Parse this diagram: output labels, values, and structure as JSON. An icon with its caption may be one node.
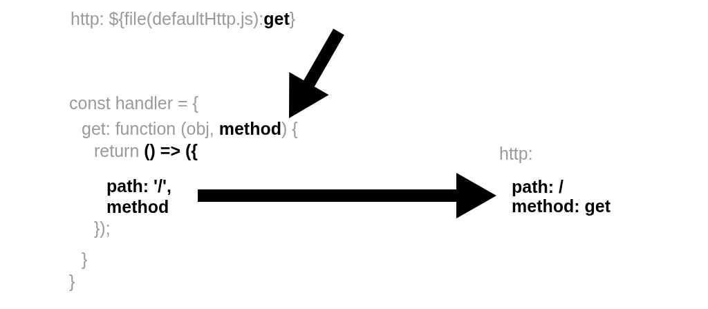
{
  "diagram": {
    "nodes": [
      {
        "text": [
          "http: ${file(defaultHttp.js):**get**}"
        ]
      },
      {
        "text": [
          "const handler = {",
          "get: function (obj, **method**) {",
          "return **() => ({**",
          "});",
          "}",
          "}"
        ]
      },
      {
        "text": [
          "path: '/',",
          "method"
        ],
        "in": 1
      },
      {
        "text": [
          "http:",
          "path: /",
          "method: get"
        ]
      }
    ],
    "edges": [
      {
        "from": 0,
        "to": 1,
        "arrow": "to"
      },
      {
        "from": 2,
        "to": 3,
        "arrow": "to"
      }
    ]
  }
}
